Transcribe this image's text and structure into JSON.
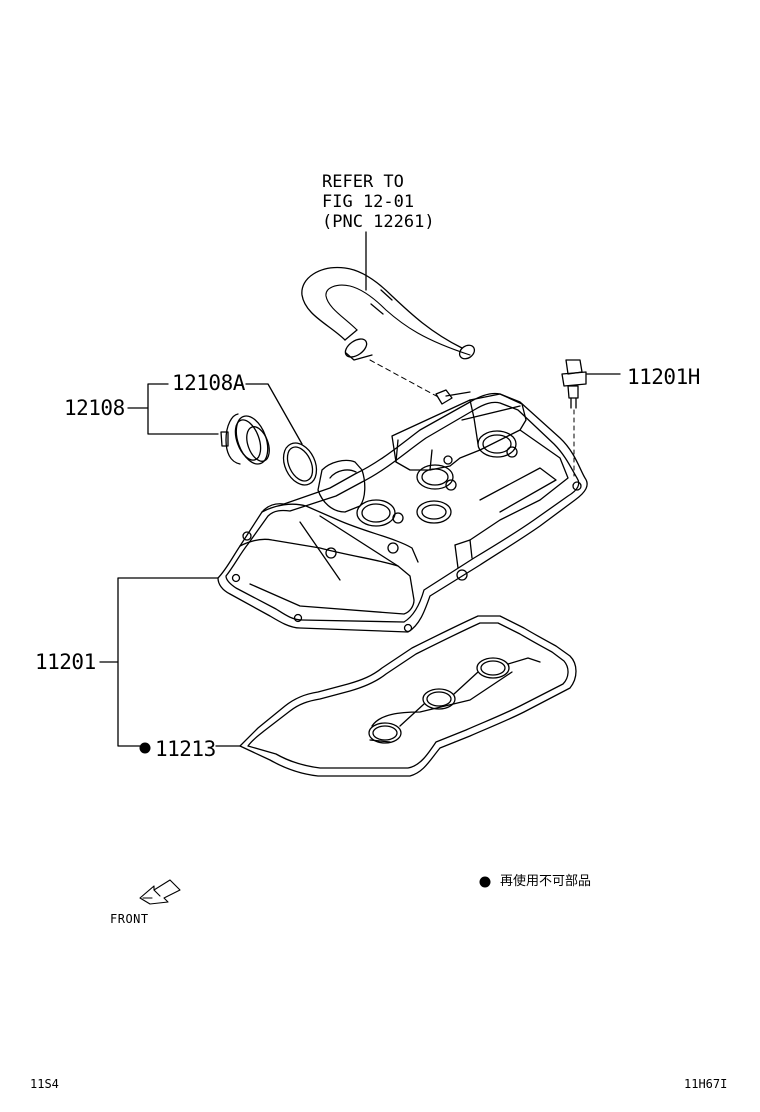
{
  "refer": {
    "line1": "REFER TO",
    "line2": "FIG 12-01",
    "line3": "(PNC 12261)"
  },
  "parts": {
    "p12108A": "12108A",
    "p12108": "12108",
    "p11201H": "11201H",
    "p11201": "11201",
    "p11213": "11213"
  },
  "legend": {
    "text": "再使用不可部品"
  },
  "front_label": "FRONT",
  "footer": {
    "left_code": "11S4",
    "right_code": "11H67I"
  }
}
